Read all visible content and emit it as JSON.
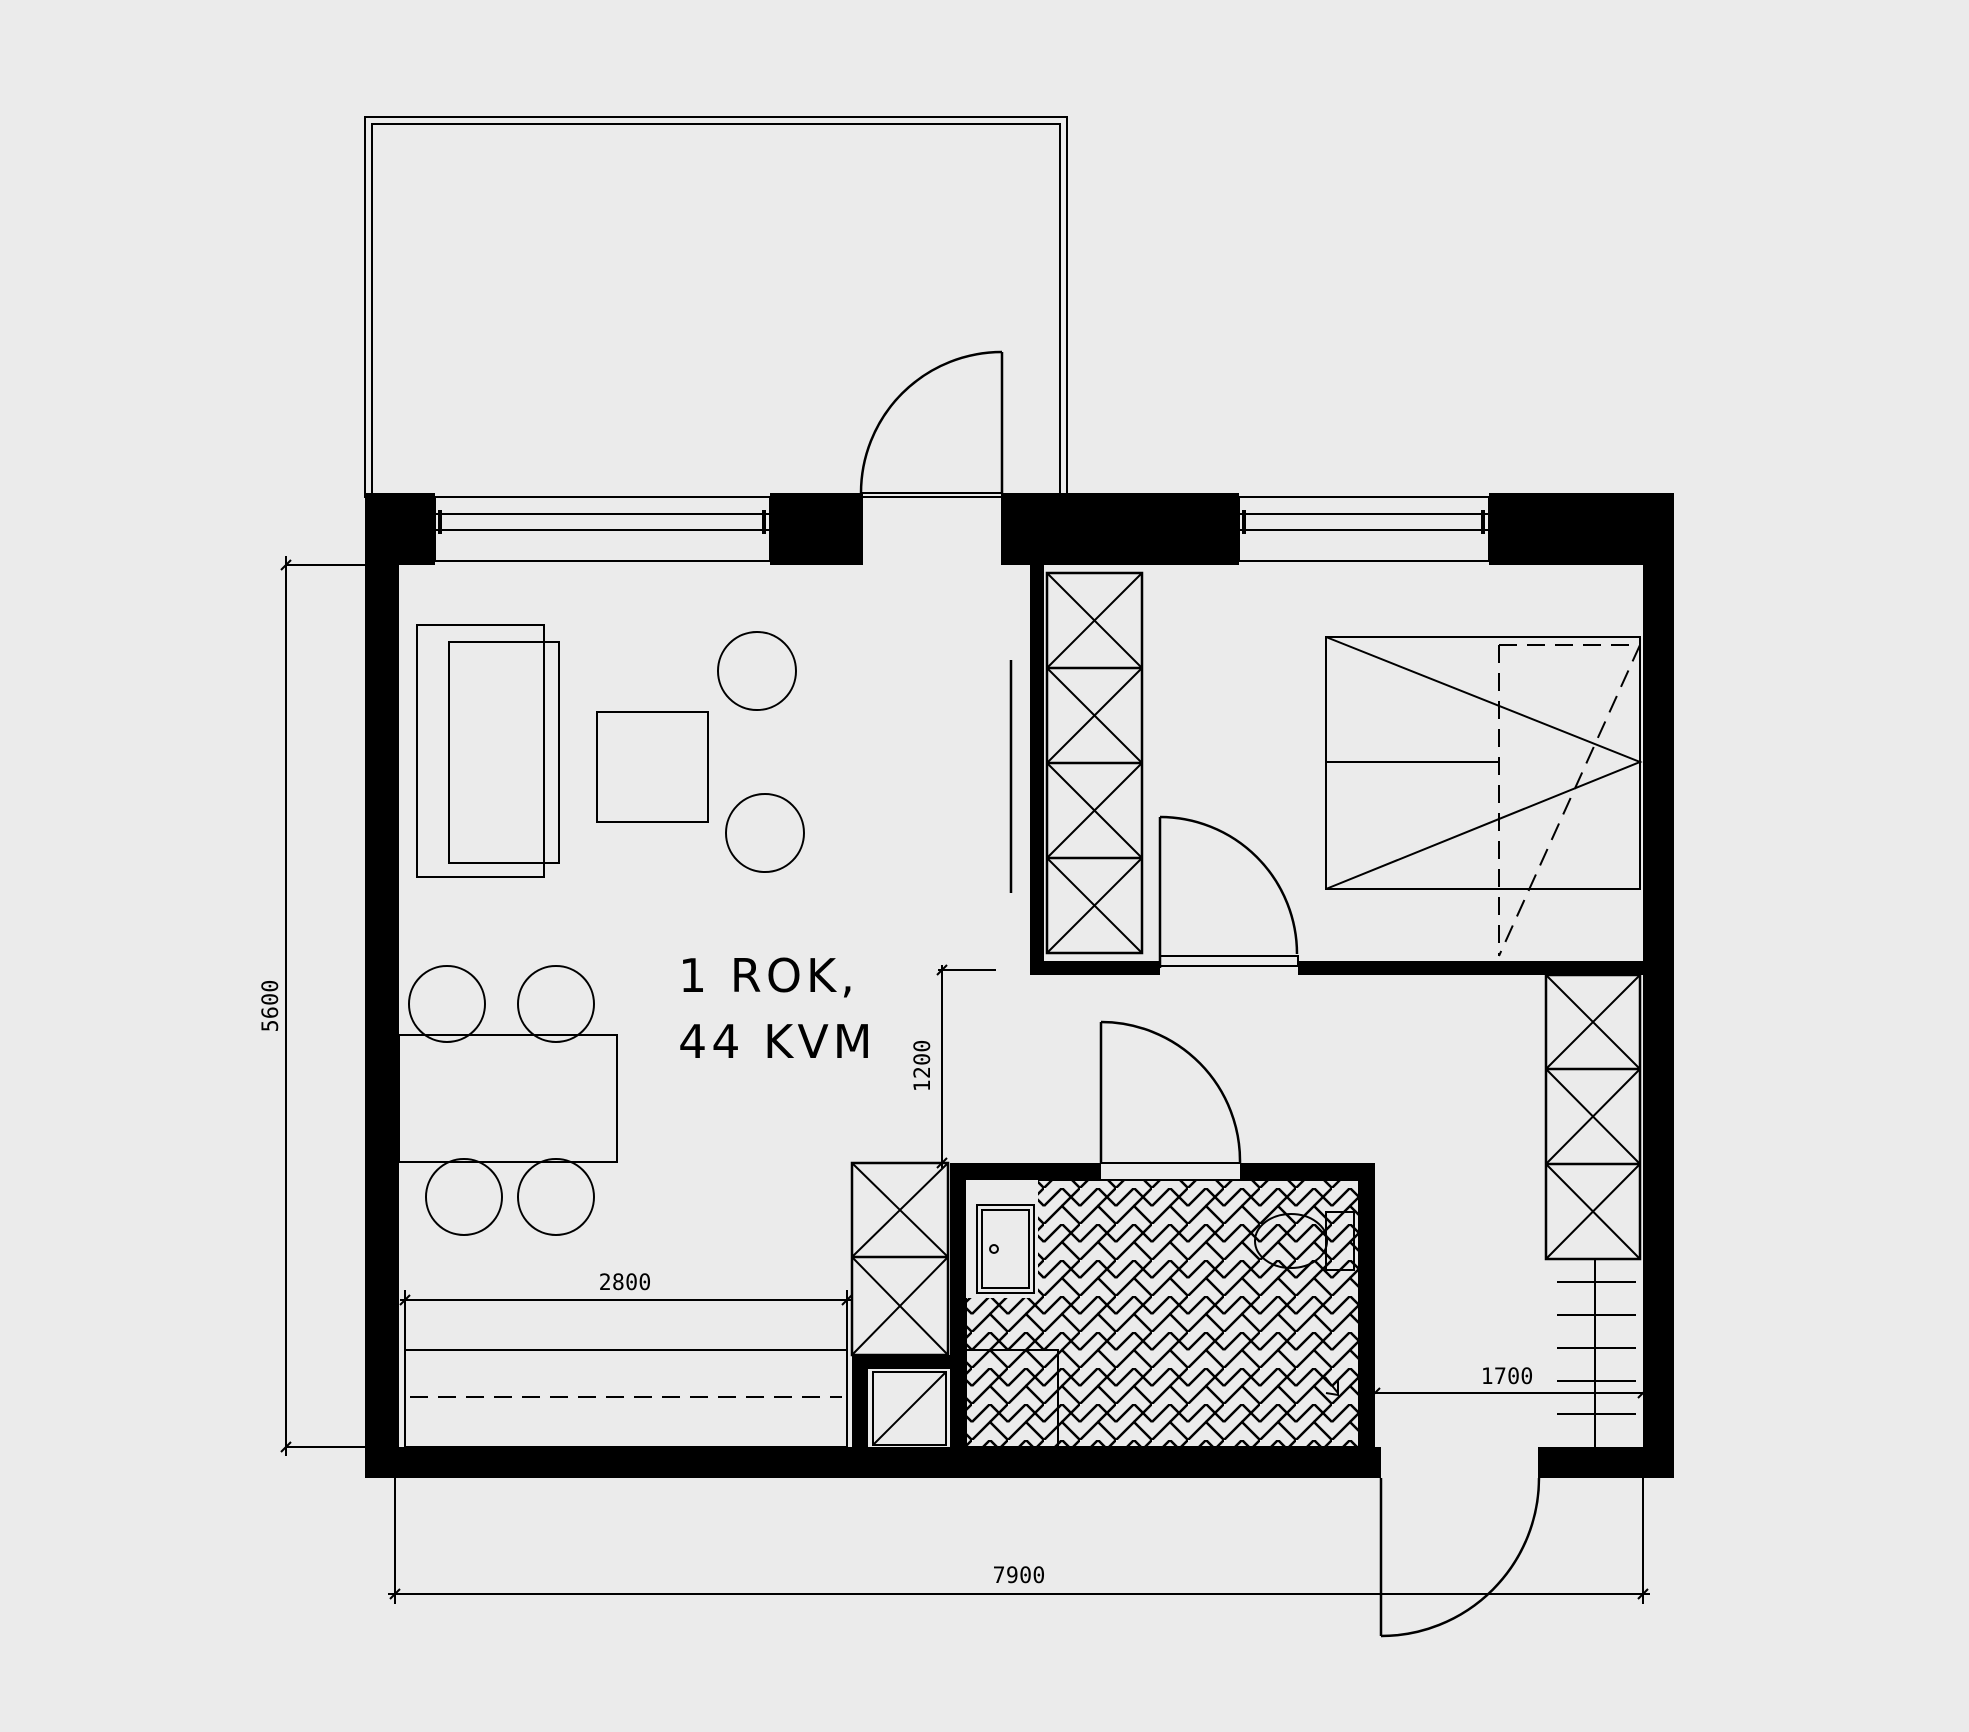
{
  "plan": {
    "room_label_line1": "1 ROK,",
    "room_label_line2": "44 KVM"
  },
  "dimensions": {
    "overall_width": "7900",
    "overall_depth": "5600",
    "kitchen_counter": "2800",
    "hall_depth": "1200",
    "hall_width": "1700"
  },
  "colors": {
    "background": "#ebebeb",
    "ink": "#000000"
  }
}
